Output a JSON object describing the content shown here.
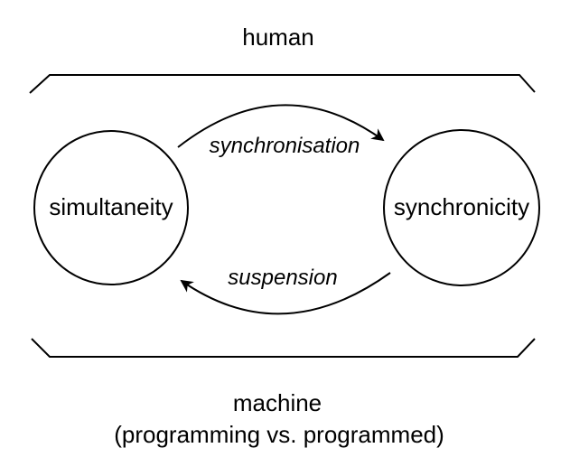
{
  "diagram": {
    "top_label": "human",
    "bottom_label": "machine",
    "bottom_sublabel": "(programming vs. programmed)",
    "left_node": "simultaneity",
    "right_node": "synchronicity",
    "top_arrow_label": "synchronisation",
    "bottom_arrow_label": "suspension",
    "colors": {
      "stroke": "#000000",
      "text": "#000000",
      "background": "#ffffff"
    }
  }
}
